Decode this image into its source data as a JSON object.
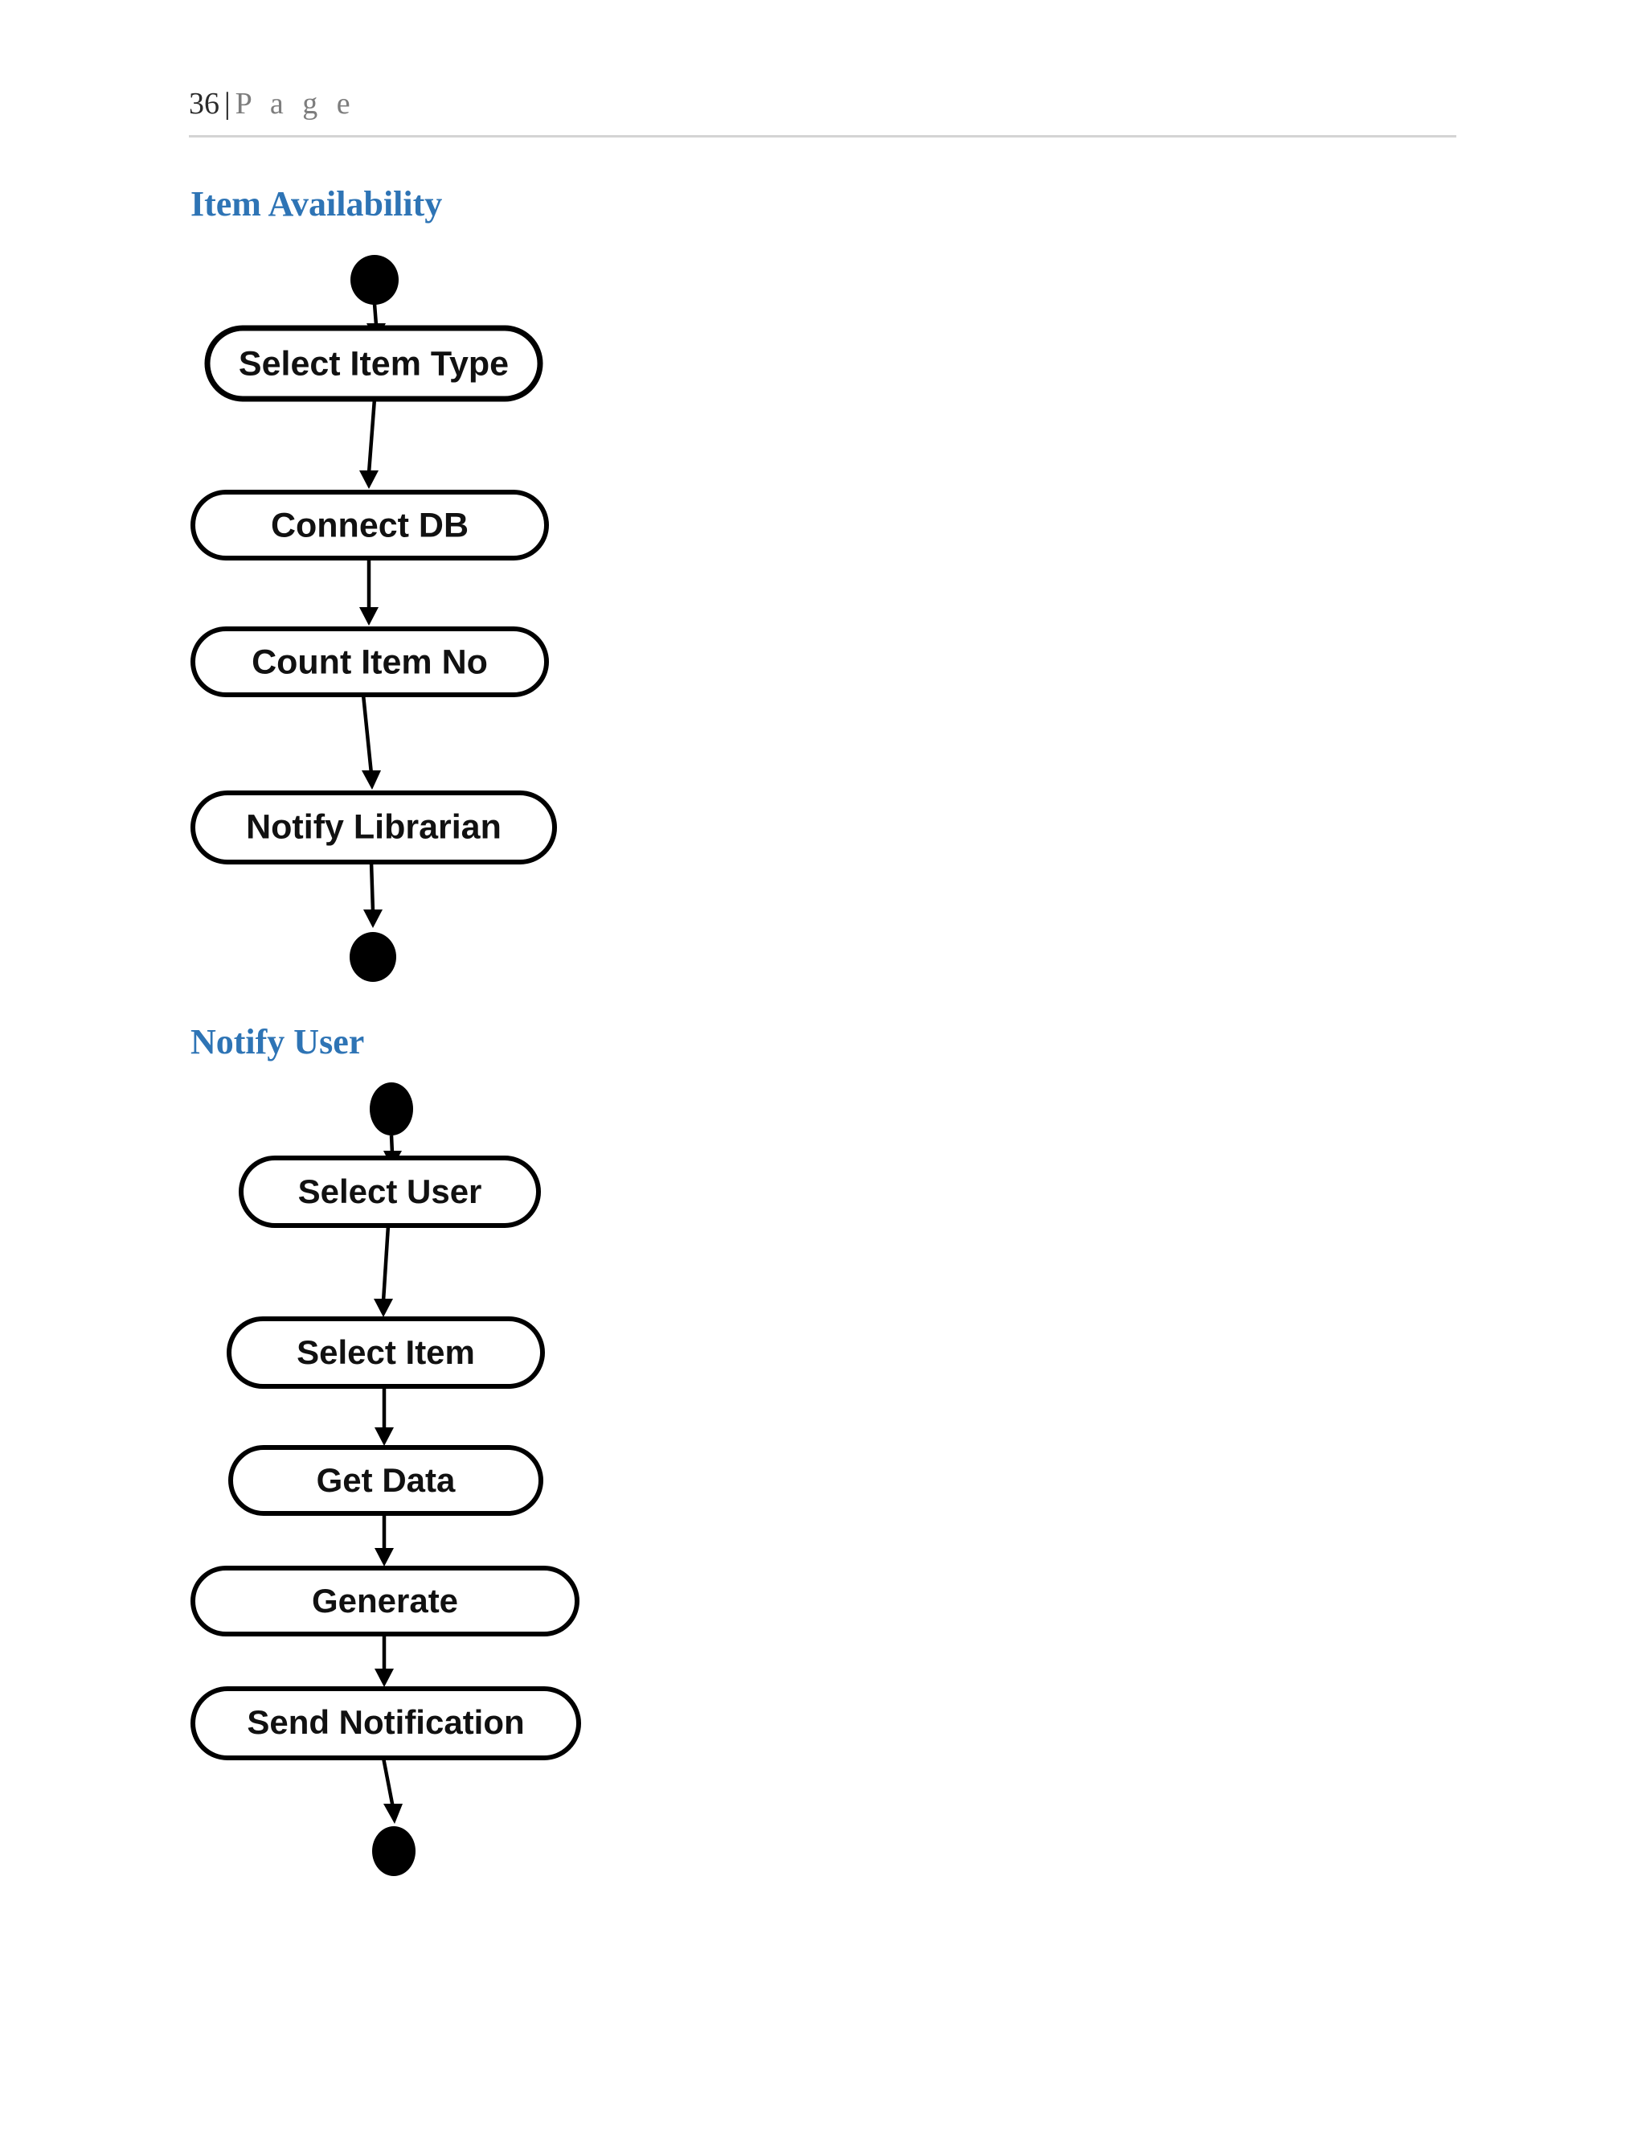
{
  "page": {
    "number": "36",
    "separator": "|",
    "page_word": "P a g e"
  },
  "sections": [
    {
      "heading": "Item Availability",
      "diagram": {
        "type": "uml-activity-diagram",
        "start_node": "initial-node",
        "end_node": "final-node",
        "activities": [
          "Select Item Type",
          "Connect DB",
          "Count Item No",
          "Notify Librarian"
        ]
      }
    },
    {
      "heading": "Notify User",
      "diagram": {
        "type": "uml-activity-diagram",
        "start_node": "initial-node",
        "end_node": "final-node",
        "activities": [
          "Select User",
          "Select Item",
          "Get Data",
          "Generate",
          "Send Notification"
        ]
      }
    }
  ],
  "colors": {
    "heading_blue": "#2e74b5",
    "rule_gray": "#d4d4d4",
    "node_stroke": "#000000",
    "node_fill": "#ffffff",
    "page_word_gray": "#7d7d7d"
  }
}
